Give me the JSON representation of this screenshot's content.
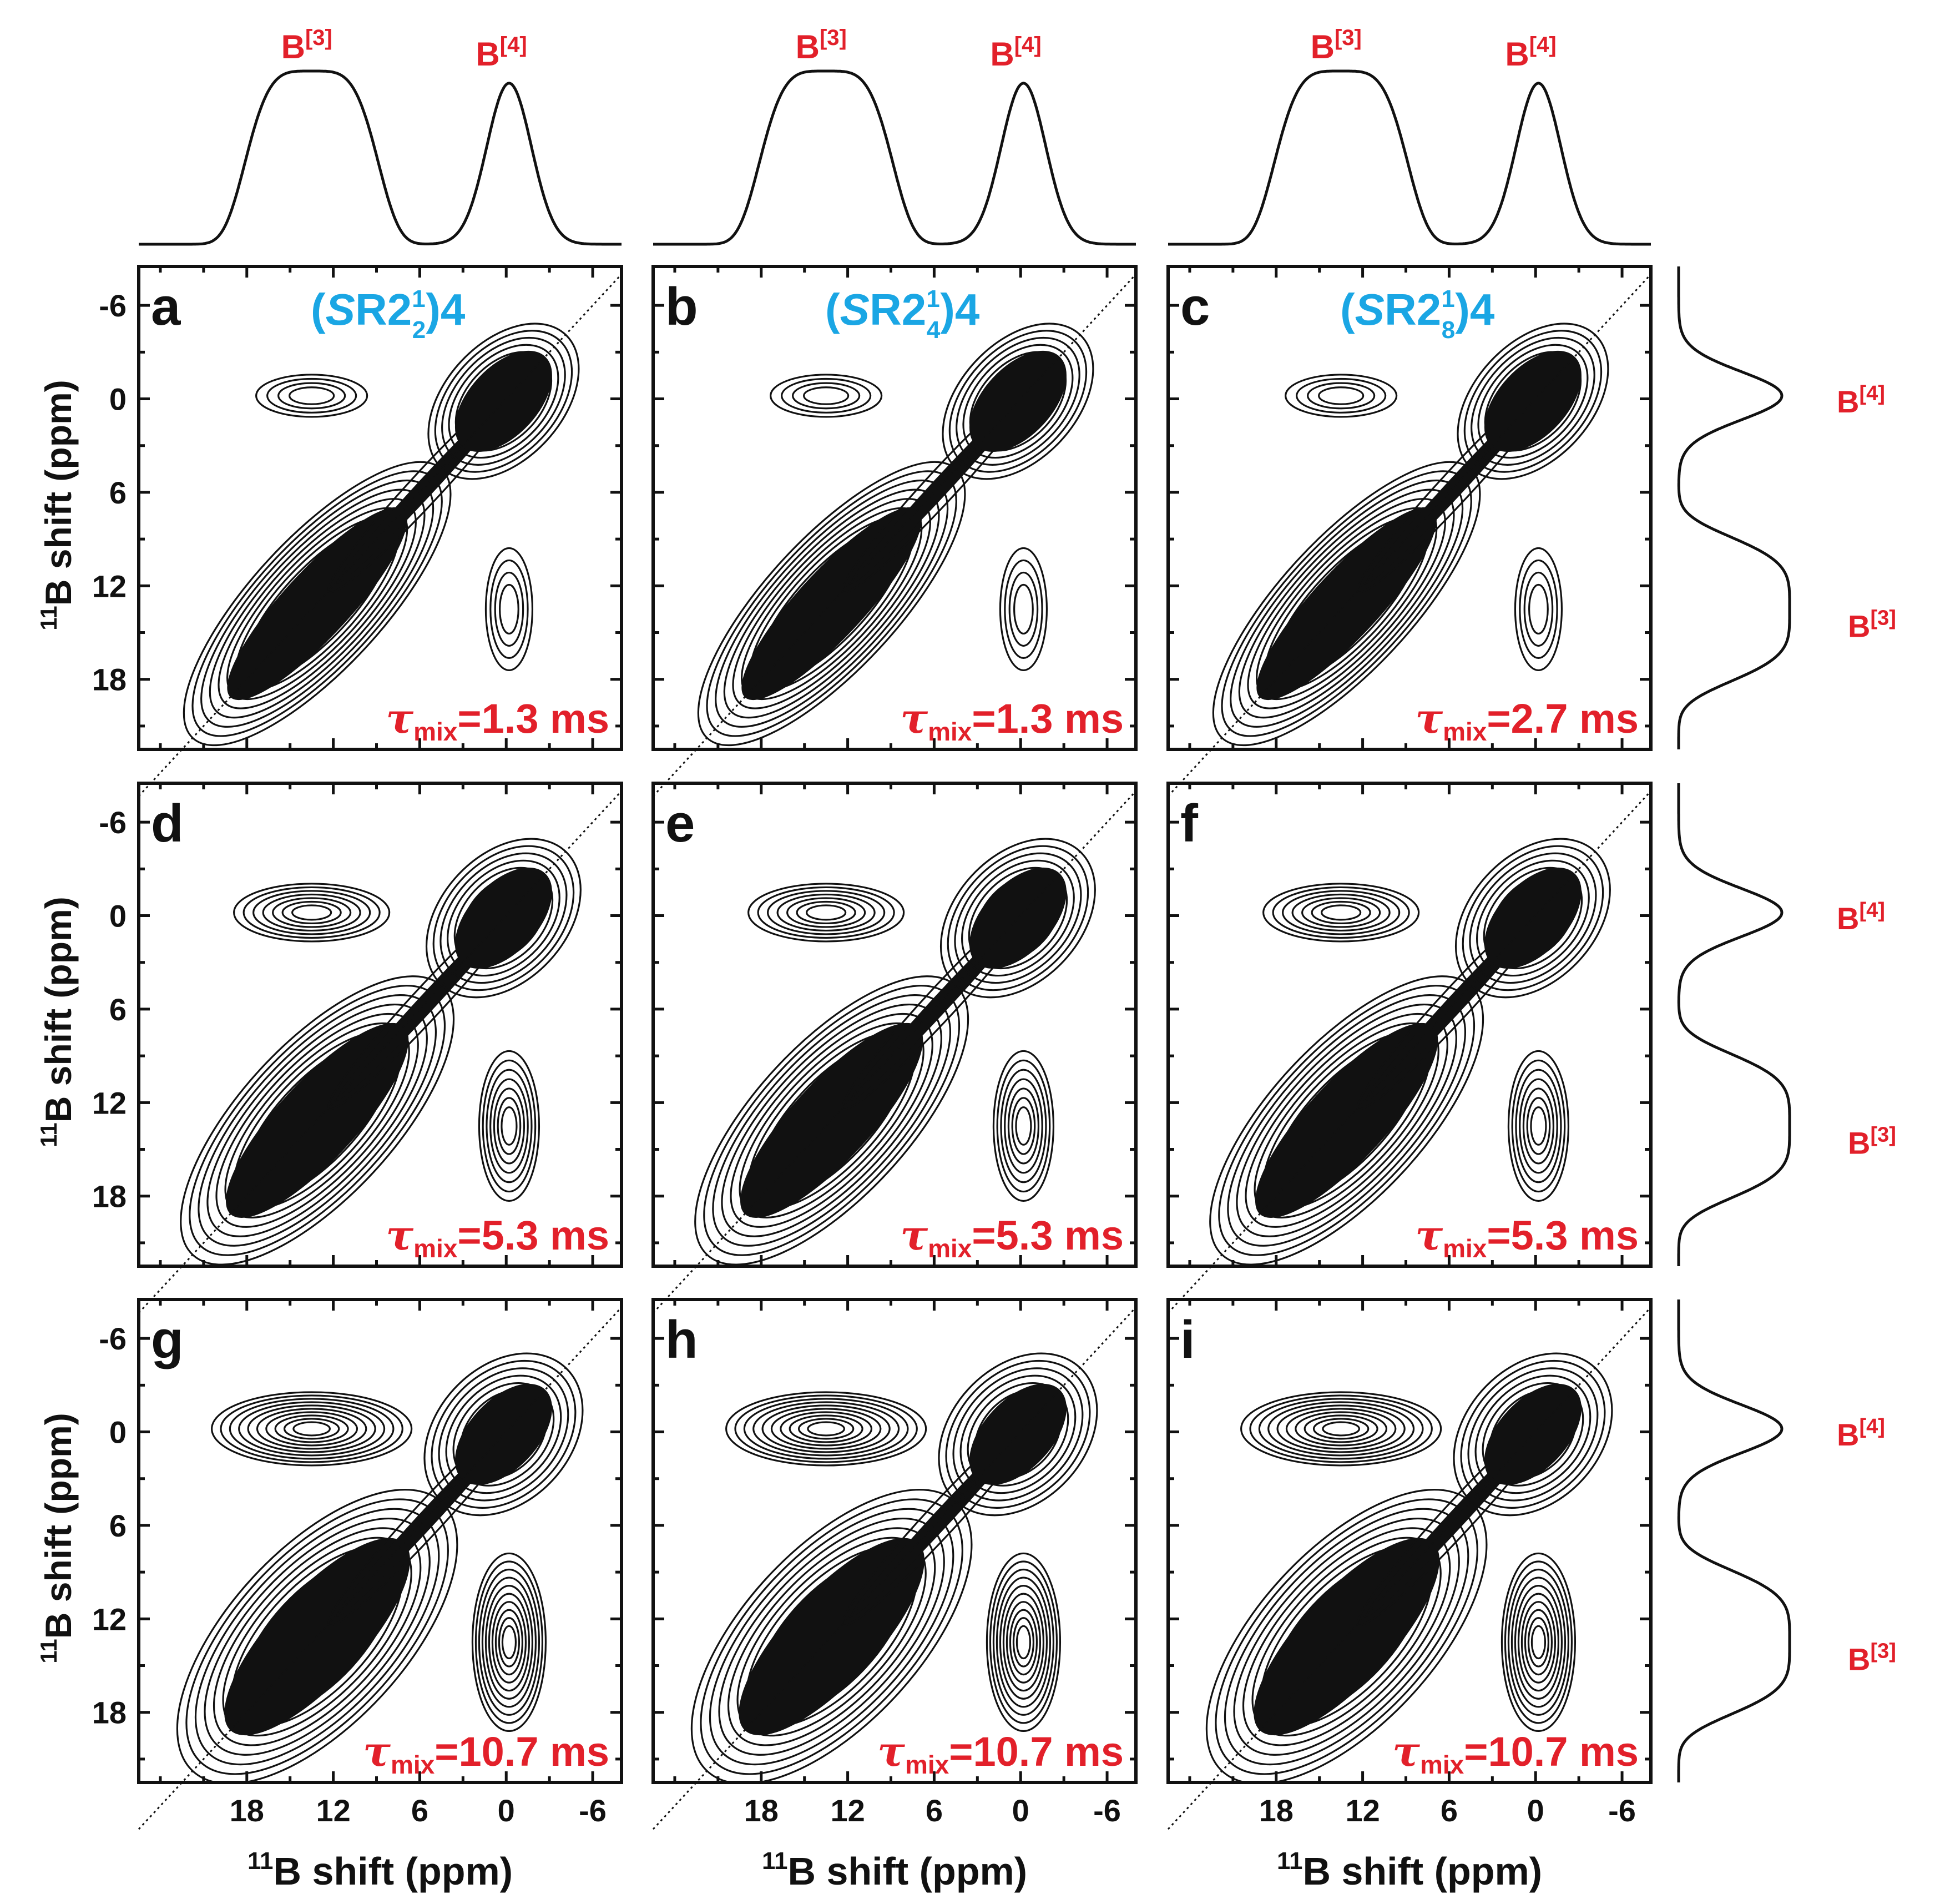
{
  "chart_data": {
    "type": "heatmap",
    "description_free": true,
    "axis": {
      "x_label": "shift (ppm)",
      "y_label": "shift (ppm)",
      "nucleus_sup": "11",
      "nucleus": "B",
      "x_range": [
        25.5,
        -8
      ],
      "y_range": [
        -8.5,
        22.5
      ],
      "x_ticks": [
        18,
        12,
        6,
        0,
        -6
      ],
      "y_ticks": [
        -6,
        0,
        6,
        12,
        18
      ],
      "x_tick_labels": [
        "18",
        "12",
        "6",
        "0",
        "-6"
      ],
      "y_tick_labels": [
        "-6",
        "0",
        "6",
        "12",
        "18"
      ]
    },
    "sites": [
      {
        "label": "B",
        "sup": "[3]",
        "shift_ppm": 13.5
      },
      {
        "label": "B",
        "sup": "[4]",
        "shift_ppm": -0.2
      }
    ],
    "sequences": [
      {
        "prefix": "(",
        "italic": "S",
        "mid": "R2",
        "sup": "1",
        "sub": "2",
        "suffix": ")4"
      },
      {
        "prefix": "(",
        "italic": "S",
        "mid": "R2",
        "sup": "1",
        "sub": "4",
        "suffix": ")4"
      },
      {
        "prefix": "(",
        "italic": "S",
        "mid": "R2",
        "sup": "1",
        "sub": "8",
        "suffix": ")4"
      }
    ],
    "mix_symbol": "τ",
    "mix_sub": "mix",
    "panels": [
      {
        "letter": "a",
        "column": 0,
        "row": 0,
        "mix": "=1.3 ms"
      },
      {
        "letter": "b",
        "column": 1,
        "row": 0,
        "mix": "=1.3 ms"
      },
      {
        "letter": "c",
        "column": 2,
        "row": 0,
        "mix": "=2.7 ms"
      },
      {
        "letter": "d",
        "column": 0,
        "row": 1,
        "mix": "=5.3 ms"
      },
      {
        "letter": "e",
        "column": 1,
        "row": 1,
        "mix": "=5.3 ms"
      },
      {
        "letter": "f",
        "column": 2,
        "row": 1,
        "mix": "=5.3 ms"
      },
      {
        "letter": "g",
        "column": 0,
        "row": 2,
        "mix": "=10.7 ms"
      },
      {
        "letter": "h",
        "column": 1,
        "row": 2,
        "mix": "=10.7 ms"
      },
      {
        "letter": "i",
        "column": 2,
        "row": 2,
        "mix": "=10.7 ms"
      }
    ],
    "peaks": {
      "diagonal_B3": {
        "center_ppm": [
          13.5,
          13.5
        ]
      },
      "diagonal_B4": {
        "center_ppm": [
          -0.2,
          -0.2
        ]
      },
      "cross_B3_B4": {
        "center_ppm": [
          13.5,
          -0.2
        ]
      },
      "cross_B4_B3": {
        "center_ppm": [
          -0.2,
          13.5
        ]
      }
    },
    "projection_1d": {
      "B3": {
        "center_ppm": 13.5,
        "relative_height": 1.0,
        "shape": "broad, flat-topped"
      },
      "B4": {
        "center_ppm": -0.2,
        "relative_height": 0.93,
        "shape": "narrow"
      }
    },
    "colors": {
      "contour": "#111111",
      "site_labels": "#e2202a",
      "mix_labels": "#e2202a",
      "sequence_labels": "#1aa6e4",
      "axes": "#111111"
    }
  }
}
